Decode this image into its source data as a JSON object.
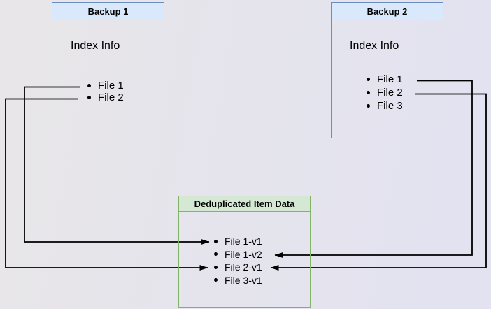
{
  "colors": {
    "bg_left": "#e8e6e8",
    "bg_right": "#e2e2f1",
    "backup_border": "#6c8ebf",
    "backup_header_fill": "#dae8fc",
    "dedup_border": "#82b366",
    "dedup_header_fill": "#d5e8d4",
    "arrow": "#000000"
  },
  "backup1": {
    "title": "Backup 1",
    "label": "Index Info",
    "files": [
      "File 1",
      "File 2"
    ]
  },
  "backup2": {
    "title": "Backup 2",
    "label": "Index Info",
    "files": [
      "File 1",
      "File 2",
      "File 3"
    ]
  },
  "dedup": {
    "title": "Deduplicated Item Data",
    "items": [
      "File 1-v1",
      "File 1-v2",
      "File 2-v1",
      "File 3-v1"
    ]
  },
  "connections": [
    {
      "from": "Backup 1 / File 1",
      "to": "Deduplicated Item Data / File 1-v1"
    },
    {
      "from": "Backup 1 / File 2",
      "to": "Deduplicated Item Data / File 2-v1"
    },
    {
      "from": "Backup 2 / File 1",
      "to": "Deduplicated Item Data / File 1-v2"
    },
    {
      "from": "Backup 2 / File 2",
      "to": "Deduplicated Item Data / File 2-v1"
    }
  ]
}
